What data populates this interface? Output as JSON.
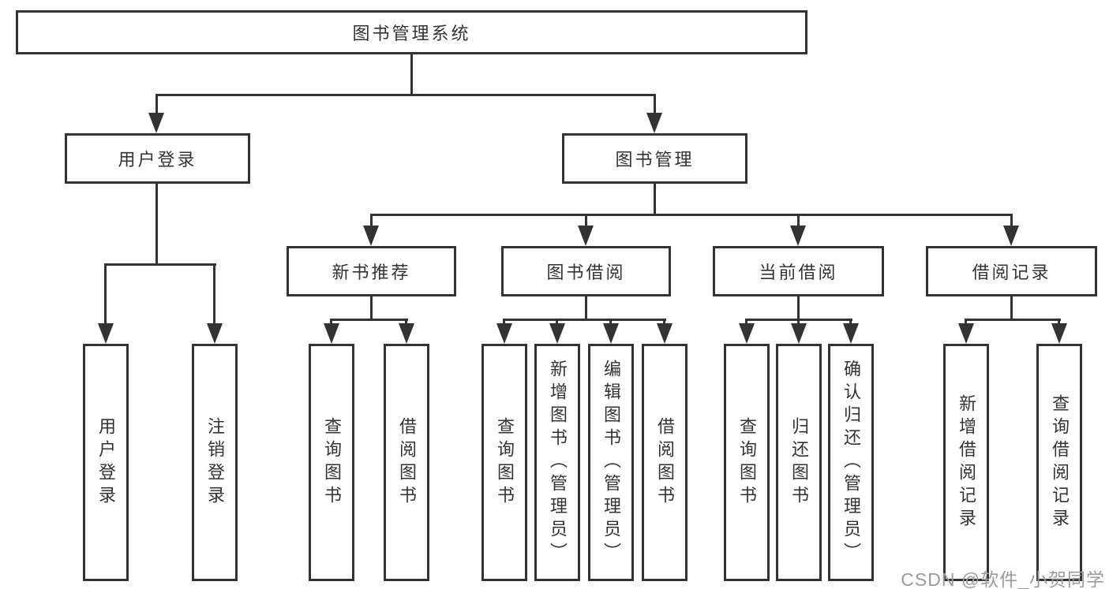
{
  "root": {
    "label": "图书管理系统"
  },
  "branches": [
    {
      "label": "用户登录",
      "leaves": [
        "用户登录",
        "注销登录"
      ]
    },
    {
      "label": "图书管理",
      "children": [
        {
          "label": "新书推荐",
          "leaves": [
            "查询图书",
            "借阅图书"
          ]
        },
        {
          "label": "图书借阅",
          "leaves": [
            "查询图书",
            "新增图书（管理员）",
            "编辑图书（管理员）",
            "借阅图书"
          ]
        },
        {
          "label": "当前借阅",
          "leaves": [
            "查询图书",
            "归还图书",
            "确认归还（管理员）"
          ]
        },
        {
          "label": "借阅记录",
          "leaves": [
            "新增借阅记录",
            "查询借阅记录"
          ]
        }
      ]
    }
  ],
  "watermark": {
    "text": "CSDN @软件_小贺同学"
  },
  "colors": {
    "line": "#333333",
    "box_border": "#333333",
    "box_fill": "#ffffff",
    "text": "#333333",
    "watermark": "#9b9b9b",
    "background": "#ffffff"
  }
}
